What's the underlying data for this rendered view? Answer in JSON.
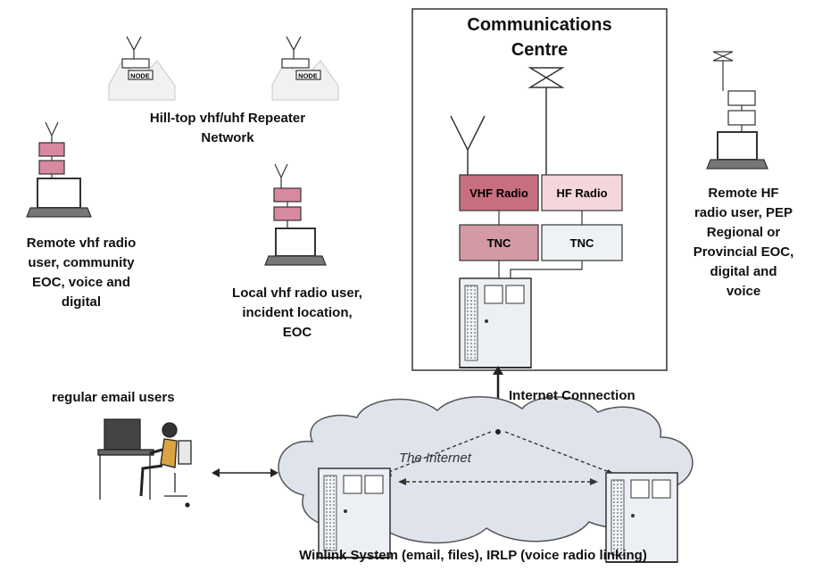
{
  "comm_centre": {
    "title_line1": "Communications",
    "title_line2": "Centre"
  },
  "radios": {
    "vhf": "VHF Radio",
    "hf": "HF Radio",
    "tnc_left": "TNC",
    "tnc_right": "TNC"
  },
  "nodes": {
    "node_label": "NODE"
  },
  "labels": {
    "hilltop": [
      "Hill-top vhf/uhf Repeater",
      "Network"
    ],
    "remote_vhf": [
      "Remote vhf radio",
      "user, community",
      "EOC, voice and",
      "digital"
    ],
    "local_vhf": [
      "Local vhf radio user,",
      "incident location,",
      "EOC"
    ],
    "remote_hf": [
      "Remote HF",
      "radio user, PEP",
      "Regional or",
      "Provincial EOC,",
      "digital and",
      "voice"
    ],
    "email_users": "regular email users",
    "internet_connection": "Internet Connection",
    "the_internet": "The Internet",
    "winlink": "Winlink System (email, files), IRLP (voice radio linking)"
  },
  "colors": {
    "vhf_radio": "#c86f7f",
    "hf_radio": "#f4d6dc",
    "tnc_left": "#d39aa6",
    "tnc_right": "#eef2f5",
    "device_box": "#d889a0",
    "cloud_fill": "#dfe3ec",
    "server_fill": "#eceff3"
  }
}
